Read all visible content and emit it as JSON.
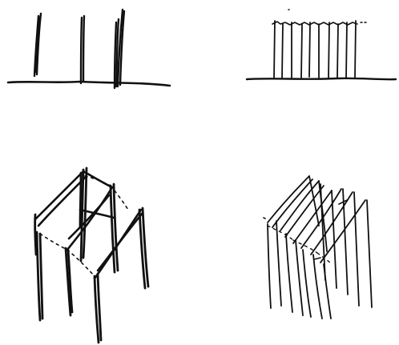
{
  "canvas": {
    "background": "#ffffff",
    "ink_color": "#111111"
  },
  "sketches": [
    {
      "name": "sparse-columns-elevation",
      "column_count": 3,
      "has_ground_line": true
    },
    {
      "name": "dense-columns-elevation",
      "column_count": 10,
      "has_ground_line": true
    },
    {
      "name": "sparse-columns-perspective",
      "column_count": 5,
      "has_ground_line": false
    },
    {
      "name": "dense-columns-perspective",
      "column_count": 12,
      "has_ground_line": false
    }
  ]
}
